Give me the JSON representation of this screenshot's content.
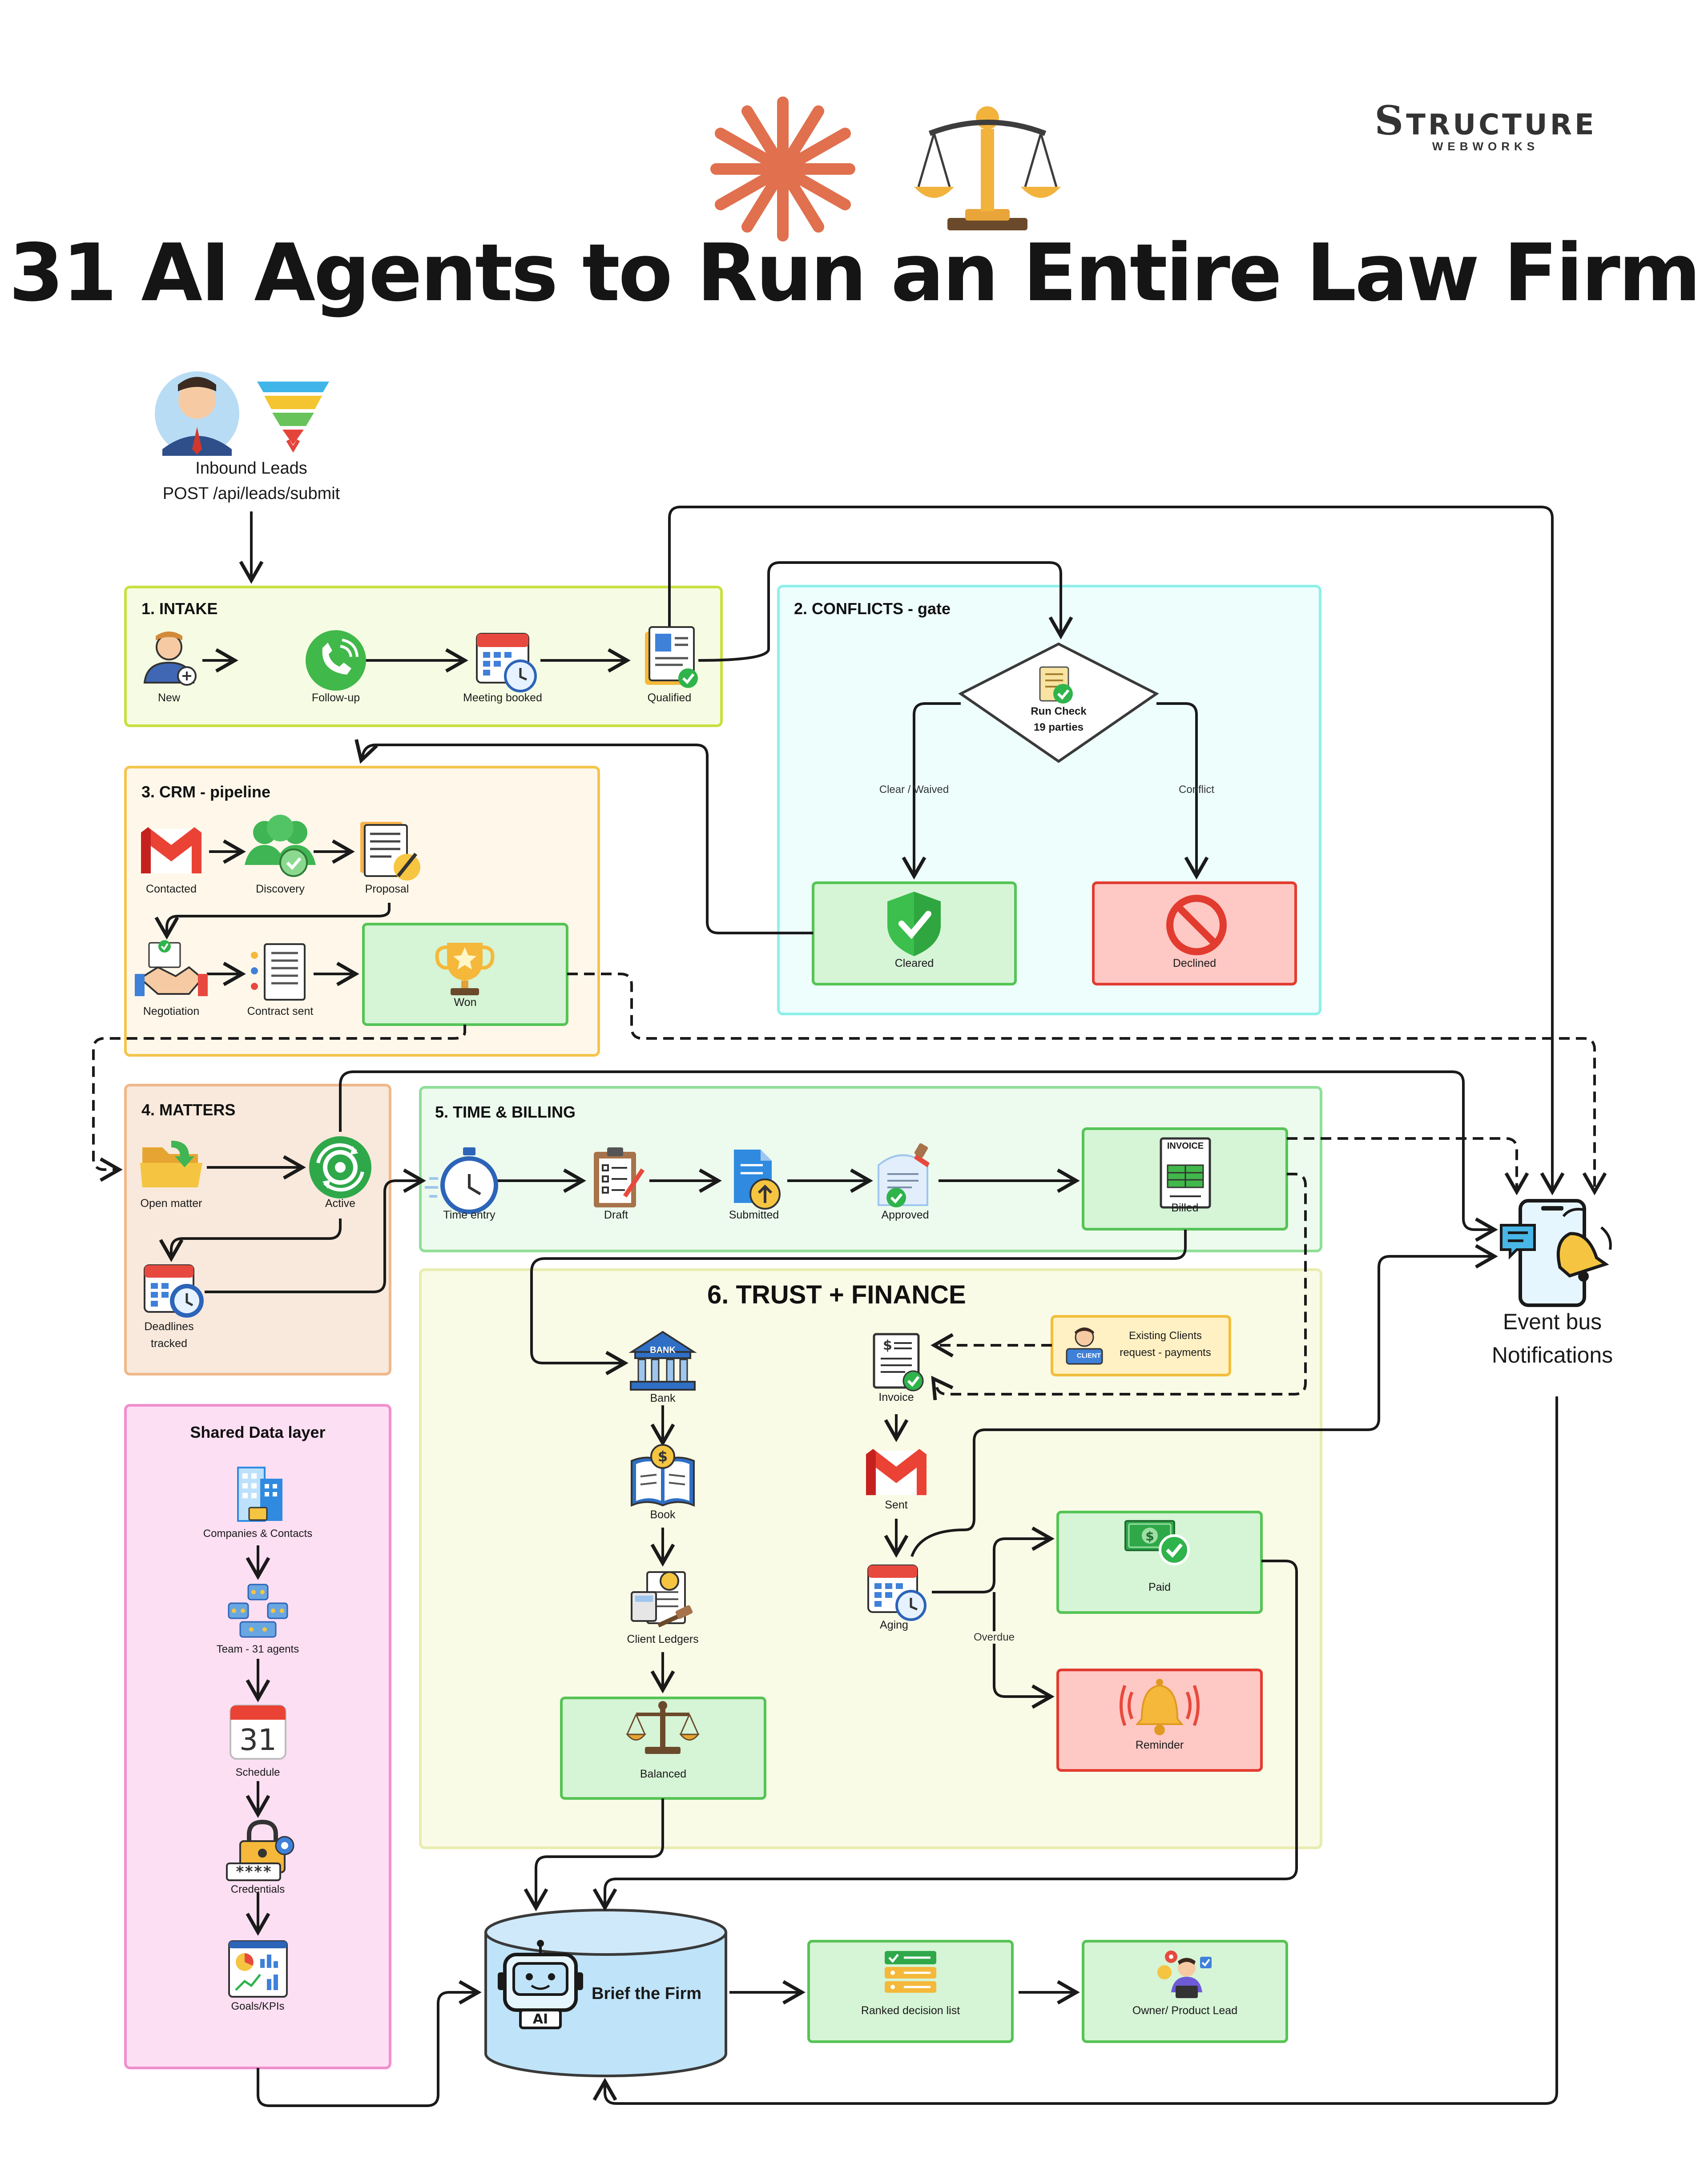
{
  "title": "31 AI Agents to Run an Entire Law Firm",
  "logo": {
    "mark": "S",
    "rest": "TRUCTURE",
    "sub": "WEBWORKS"
  },
  "colors": {
    "intake_bg": "#f6fce3",
    "intake_border": "#c9df42",
    "conflicts_bg": "#edfefd",
    "conflicts_border": "#8ef0ea",
    "crm_bg": "#fff8ea",
    "crm_border": "#f4c54c",
    "matters_bg": "#f8e9dc",
    "matters_border": "#f0b88b",
    "billing_bg": "#edfbee",
    "billing_border": "#8fdf98",
    "trust_bg": "#f9fbe6",
    "trust_border": "#e9ecb0",
    "shared_bg": "#fddff3",
    "shared_border": "#f08fce",
    "green_box": "#d6f4d6",
    "green_border": "#55c455",
    "red_box": "#fec8c4",
    "red_border": "#e23b30",
    "yellow_box": "#fff1c4",
    "yellow_border": "#f2be3c",
    "db_fill": "#bfe3f9",
    "db_stroke": "#3a3a3a"
  },
  "inbound": {
    "line1": "Inbound Leads",
    "line2": "POST /api/leads/submit"
  },
  "intake": {
    "title": "1. INTAKE",
    "nodes": [
      {
        "label": "New",
        "icon": "user-add-icon"
      },
      {
        "label": "Follow-up",
        "icon": "phone-call-icon"
      },
      {
        "label": "Meeting booked",
        "icon": "calendar-clock-icon"
      },
      {
        "label": "Qualified",
        "icon": "profile-check-icon"
      }
    ]
  },
  "conflicts": {
    "title": "2. CONFLICTS - gate",
    "check_line1": "Run Check",
    "check_line2": "19 parties",
    "branch_clear": "Clear / Waived",
    "branch_conflict": "Conflict",
    "cleared": "Cleared",
    "declined": "Declined"
  },
  "crm": {
    "title": "3. CRM - pipeline",
    "nodes": [
      {
        "label": "Contacted",
        "icon": "gmail-icon"
      },
      {
        "label": "Discovery",
        "icon": "people-check-icon"
      },
      {
        "label": "Proposal",
        "icon": "document-pen-icon"
      },
      {
        "label": "Negotiation",
        "icon": "handshake-icon"
      },
      {
        "label": "Contract sent",
        "icon": "contract-icon"
      },
      {
        "label": "Won",
        "icon": "trophy-icon"
      }
    ]
  },
  "matters": {
    "title": "4. MATTERS",
    "open": "Open matter",
    "active": "Active",
    "deadlines_line1": "Deadlines",
    "deadlines_line2": "tracked"
  },
  "billing": {
    "title": "5. TIME & BILLING",
    "nodes": [
      {
        "label": "Time entry",
        "icon": "stopwatch-icon"
      },
      {
        "label": "Draft",
        "icon": "clipboard-icon"
      },
      {
        "label": "Submitted",
        "icon": "file-upload-icon"
      },
      {
        "label": "Approved",
        "icon": "document-approved-icon"
      }
    ],
    "billed": "Billed",
    "invoice_word": "INVOICE"
  },
  "trust": {
    "title": "6. TRUST + FINANCE",
    "bank": "Bank",
    "bank_word": "BANK",
    "book": "Book",
    "ledgers": "Client Ledgers",
    "balanced": "Balanced",
    "invoice": "Invoice",
    "existing_line1": "Existing Clients",
    "existing_line2": "request - payments",
    "client_word": "CLIENT",
    "sent": "Sent",
    "aging": "Aging",
    "overdue": "Overdue",
    "paid": "Paid",
    "reminder": "Reminder"
  },
  "event_bus": {
    "line1": "Event bus",
    "line2": "Notifications"
  },
  "shared": {
    "title": "Shared Data layer",
    "items": [
      {
        "label": "Companies & Contacts",
        "icon": "buildings-icon"
      },
      {
        "label": "Team - 31 agents",
        "icon": "robots-team-icon"
      },
      {
        "label": "Schedule",
        "icon": "calendar-31-icon",
        "glyph": "31"
      },
      {
        "label": "Credentials",
        "icon": "lock-password-icon",
        "glyph": "****"
      },
      {
        "label": "Goals/KPIs",
        "icon": "dashboard-icon"
      }
    ]
  },
  "brief": {
    "label": "Brief the Firm",
    "badge": "AI"
  },
  "ranked": "Ranked decision list",
  "owner": "Owner/ Product Lead"
}
